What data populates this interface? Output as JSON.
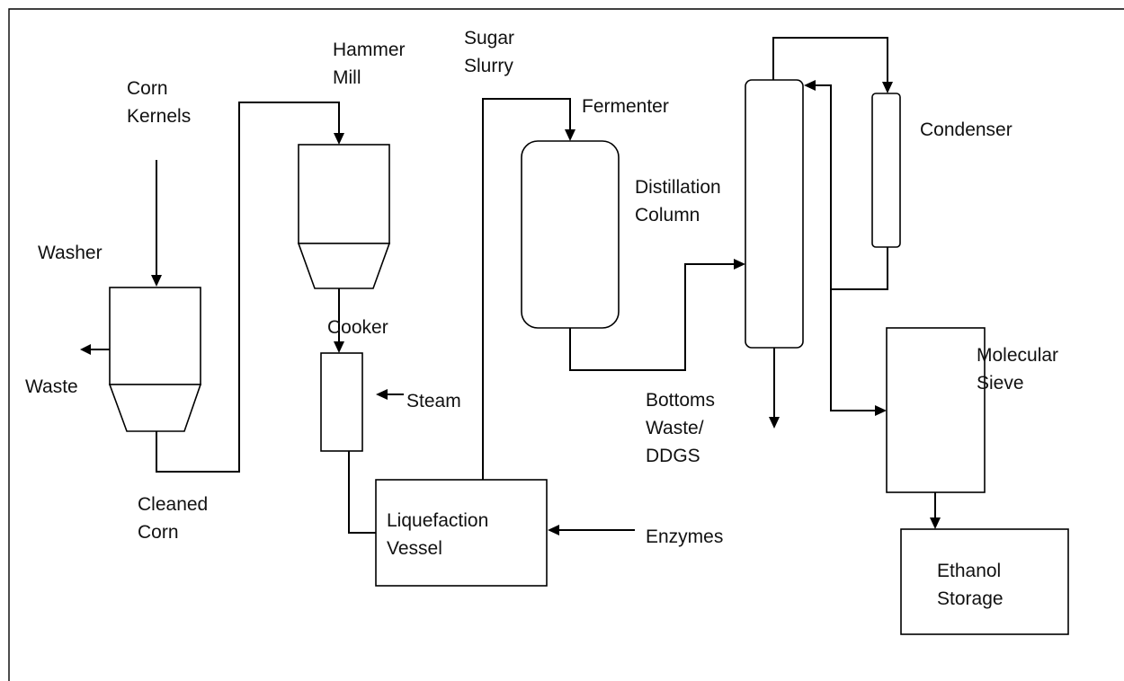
{
  "labels": {
    "corn_kernels": {
      "line1": "Corn",
      "line2": "Kernels"
    },
    "washer": {
      "line1": "Washer"
    },
    "waste": {
      "line1": "Waste"
    },
    "cleaned_corn": {
      "line1": "Cleaned",
      "line2": "Corn"
    },
    "hammer_mill": {
      "line1": "Hammer",
      "line2": "Mill"
    },
    "cooker": {
      "line1": "Cooker"
    },
    "steam": {
      "line1": "Steam"
    },
    "liquefaction": {
      "line1": "Liquefaction",
      "line2": "Vessel"
    },
    "enzymes": {
      "line1": "Enzymes"
    },
    "sugar_slurry": {
      "line1": "Sugar",
      "line2": "Slurry"
    },
    "fermenter": {
      "line1": "Fermenter"
    },
    "distillation": {
      "line1": "Distillation",
      "line2": "Column"
    },
    "bottoms": {
      "line1": "Bottoms",
      "line2": "Waste/",
      "line3": "DDGS"
    },
    "condenser": {
      "line1": "Condenser"
    },
    "molecular_sieve": {
      "line1": "Molecular",
      "line2": "Sieve"
    },
    "ethanol_storage": {
      "line1": "Ethanol",
      "line2": "Storage"
    }
  }
}
